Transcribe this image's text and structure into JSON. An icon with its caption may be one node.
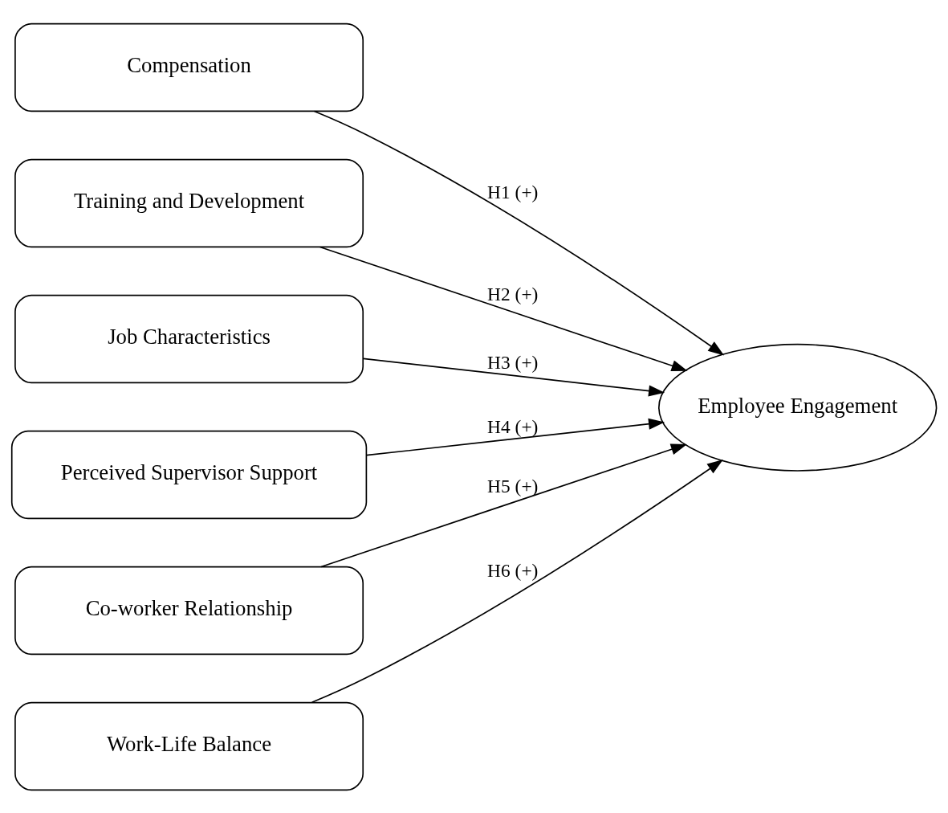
{
  "diagram": {
    "nodes": [
      {
        "text": [
          "Compensation"
        ]
      },
      {
        "text": [
          "Training and Development"
        ]
      },
      {
        "text": [
          "Job Characteristics"
        ]
      },
      {
        "text": [
          "Perceived Supervisor Support"
        ]
      },
      {
        "text": [
          "Co-worker Relationship"
        ]
      },
      {
        "text": [
          "Work-Life Balance"
        ]
      },
      {
        "text": [
          "Employee Engagement"
        ]
      }
    ],
    "edges": [
      {
        "from": 0,
        "to": 6,
        "arrow": "to",
        "label": "H1 (+)"
      },
      {
        "from": 1,
        "to": 6,
        "arrow": "to",
        "label": "H2 (+)"
      },
      {
        "from": 2,
        "to": 6,
        "arrow": "to",
        "label": "H3 (+)"
      },
      {
        "from": 3,
        "to": 6,
        "arrow": "to",
        "label": "H4 (+)"
      },
      {
        "from": 4,
        "to": 6,
        "arrow": "to",
        "label": "H5 (+)"
      },
      {
        "from": 5,
        "to": 6,
        "arrow": "to",
        "label": "H6 (+)"
      }
    ]
  }
}
